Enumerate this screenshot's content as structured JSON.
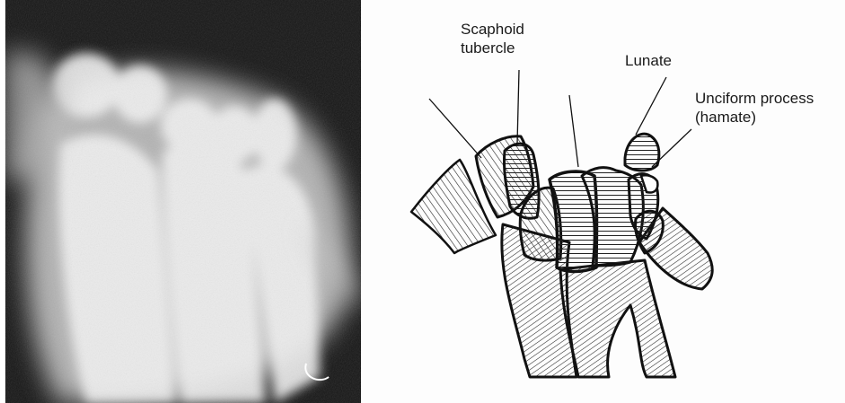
{
  "labels": {
    "scaphoid": [
      "Scaphoid",
      "tubercle"
    ],
    "lunate": "Lunate",
    "unciform": [
      "Unciform process",
      "(hamate)"
    ]
  }
}
